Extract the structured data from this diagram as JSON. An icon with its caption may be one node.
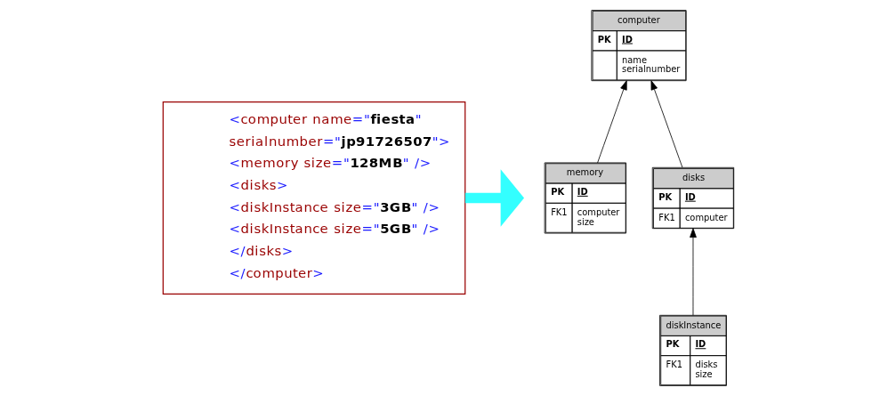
{
  "diagram": {
    "nodes": [
      {
        "text": [
          "<computer name=\"fiesta\"",
          "serialnumber=\"jp91726507\">",
          "<memory size=\"128MB\" />",
          "<disks>",
          "<diskInstance size=\"3GB\" />",
          "<diskInstance size=\"5GB\" />",
          "</disks>",
          "</computer>"
        ]
      },
      {
        "text": [
          "computer",
          "PK",
          "ID",
          "name serialnumber"
        ]
      },
      {
        "text": [
          "memory",
          "PK",
          "ID",
          "FK1",
          "computer size"
        ]
      },
      {
        "text": [
          "disks",
          "PK",
          "ID",
          "FK1",
          "computer"
        ]
      },
      {
        "text": [
          "diskInstance",
          "PK",
          "ID",
          "FK1",
          "disks size"
        ]
      }
    ],
    "edges": [
      {
        "from": 0,
        "to": null,
        "arrow": "to",
        "style": "thick",
        "color": "#33ffff"
      },
      {
        "from": 2,
        "to": 1,
        "arrow": "to"
      },
      {
        "from": 3,
        "to": 1,
        "arrow": "to"
      },
      {
        "from": 4,
        "to": 3,
        "arrow": "to"
      }
    ]
  }
}
